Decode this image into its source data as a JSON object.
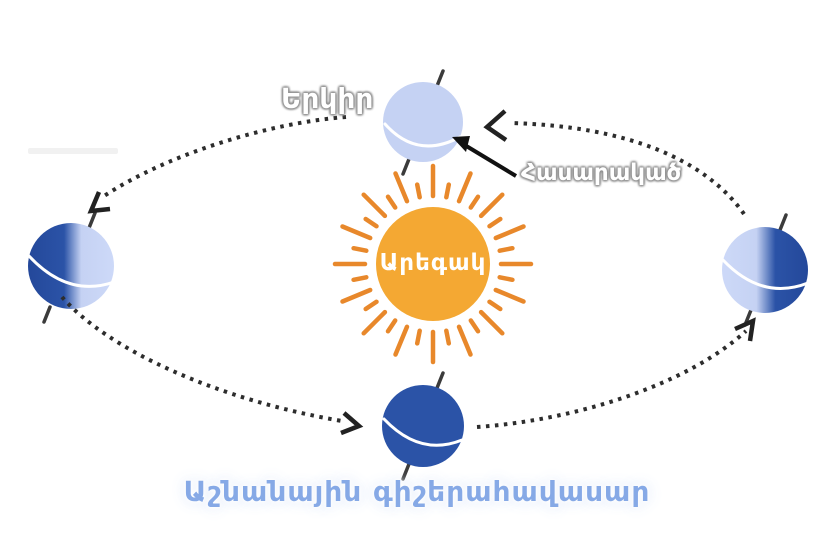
{
  "diagram": {
    "sun_label": "Արեգակ",
    "earth_label": "Երկիր",
    "equator_label": "Հասարակած",
    "equinox_label": "Աշնանային գիշերահավասար"
  },
  "colors": {
    "sun-fill": "#F4A833",
    "ray": "#E8882B",
    "earth-dark": "#2B53A7",
    "earth-dark-deep": "#24489A",
    "earth-light": "#C5D2F3",
    "earth-light-bright": "#CDD9F8",
    "orbit-dot": "#2D2D2D",
    "arrow-black": "#111111",
    "equinox-text": "#86A9E6",
    "label-outline": "#8F8F8F",
    "axis-tick": "#3B3B3B",
    "equator-line": "#FFFFFF",
    "background": "#FFFFFF"
  }
}
